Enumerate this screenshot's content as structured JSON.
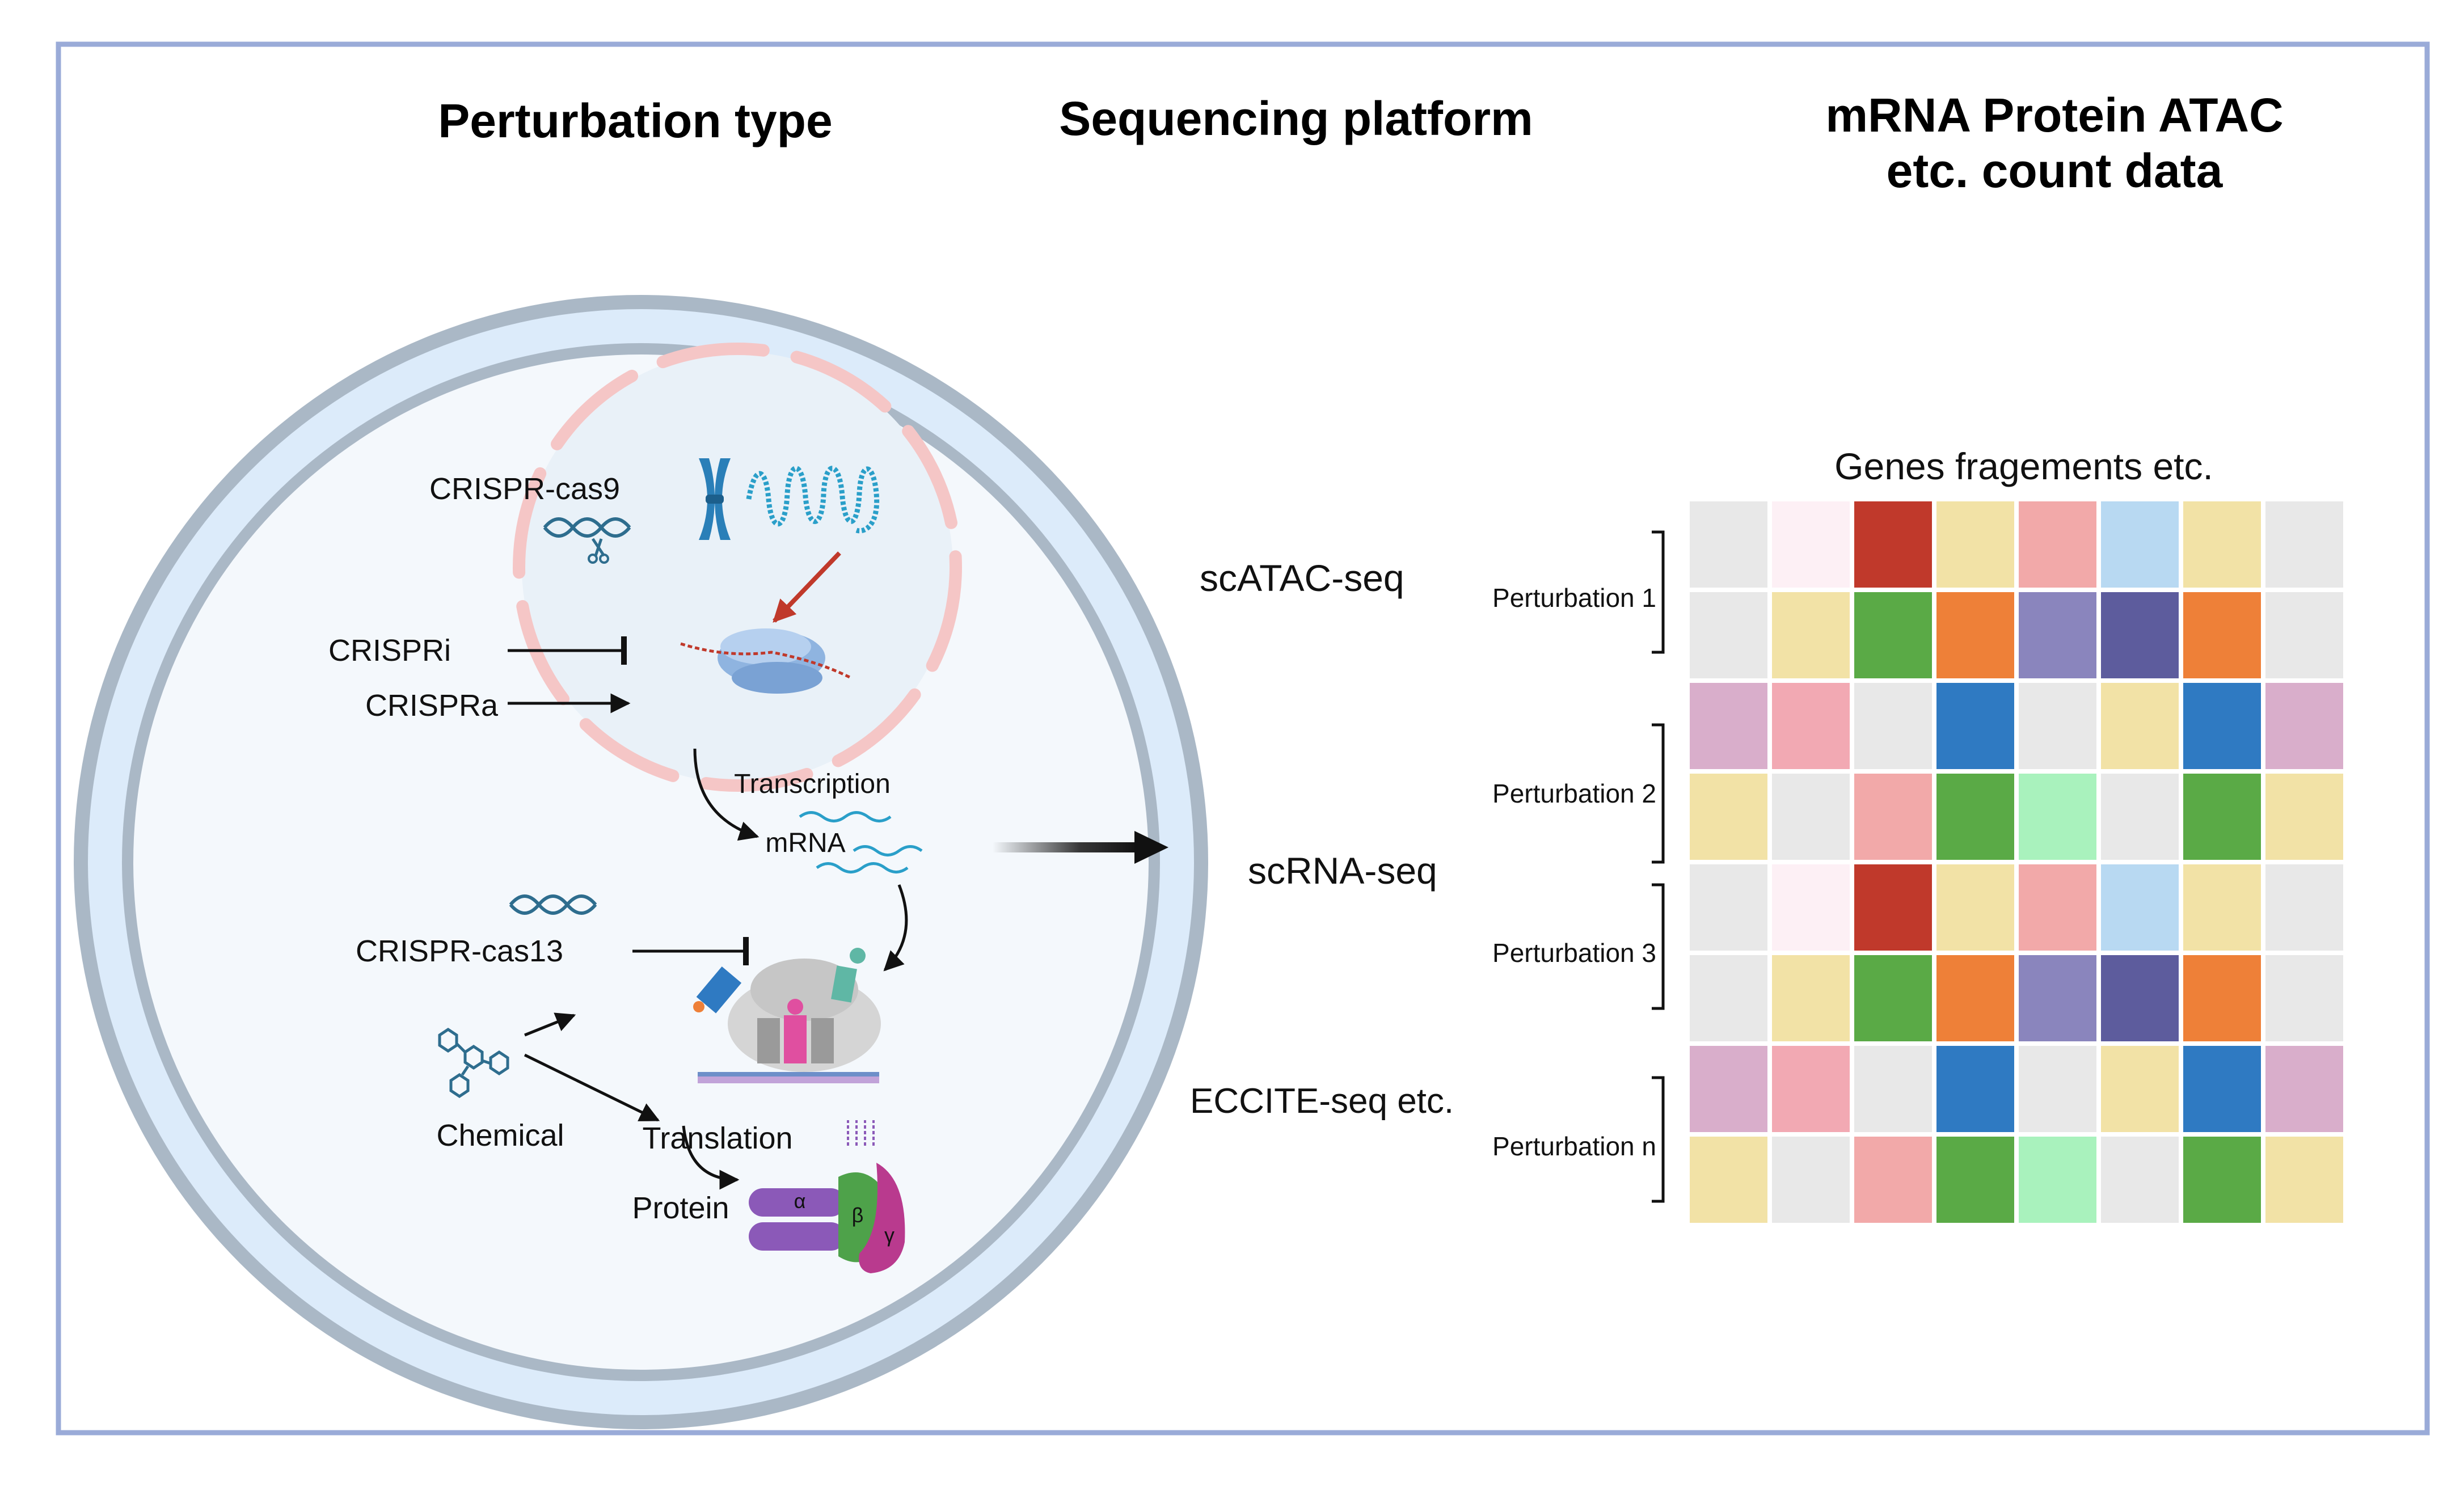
{
  "headers": {
    "perturbation_type": "Perturbation type",
    "sequencing_platform": "Sequencing platform",
    "count_data_line1": "mRNA  Protein  ATAC",
    "count_data_line2": "etc. count data"
  },
  "cell": {
    "crispr_cas9": "CRISPR-cas9",
    "crispri": "CRISPRi",
    "crispra": "CRISPRa",
    "transcription": "Transcription",
    "mrna": "mRNA",
    "crispr_cas13": "CRISPR-cas13",
    "chemical": "Chemical",
    "translation": "Translation",
    "protein": "Protein",
    "alpha": "α",
    "beta": "β",
    "gamma": "γ"
  },
  "platforms": [
    "scATAC-seq",
    "scRNA-seq",
    "ECCITE-seq etc."
  ],
  "matrix": {
    "column_header": "Genes  fragements etc.",
    "groups": [
      "Perturbation 1",
      "Perturbation 2",
      "Perturbation 3",
      "Perturbation n"
    ],
    "rows": [
      [
        "#e8e8e8",
        "#fdf0f5",
        "#c0392b",
        "#f2e2a6",
        "#f2a9a9",
        "#b8d9f2",
        "#f2e2a6",
        "#e8e8e8"
      ],
      [
        "#e8e8e8",
        "#f2e2a6",
        "#5aaa46",
        "#ee8038",
        "#8a85bd",
        "#5d5c9d",
        "#ee8038",
        "#e8e8e8"
      ],
      [
        "#d9aecb",
        "#f2a9b3",
        "#e8e8e8",
        "#2f7ac2",
        "#e8e8e8",
        "#f2e2a6",
        "#2f7ac2",
        "#d9aecb"
      ],
      [
        "#f2e2a6",
        "#e8e8e8",
        "#f2a9a9",
        "#5aaa46",
        "#a9f2bd",
        "#e8e8e8",
        "#5aaa46",
        "#f2e2a6"
      ],
      [
        "#e8e8e8",
        "#fdf0f5",
        "#c0392b",
        "#f2e2a6",
        "#f2a9a9",
        "#b8d9f2",
        "#f2e2a6",
        "#e8e8e8"
      ],
      [
        "#e8e8e8",
        "#f2e2a6",
        "#5aaa46",
        "#ee8038",
        "#8a85bd",
        "#5d5c9d",
        "#ee8038",
        "#e8e8e8"
      ],
      [
        "#d9aecb",
        "#f2a9b3",
        "#e8e8e8",
        "#2f7ac2",
        "#e8e8e8",
        "#f2e2a6",
        "#2f7ac2",
        "#d9aecb"
      ],
      [
        "#f2e2a6",
        "#e8e8e8",
        "#f2a9a9",
        "#5aaa46",
        "#a9f2bd",
        "#e8e8e8",
        "#5aaa46",
        "#f2e2a6"
      ]
    ]
  },
  "colors": {
    "frame": "#9aabd8",
    "membrane": "#aab8c6",
    "cytoplasm": "#f4f8fc",
    "inner_ring": "#dcebfa",
    "nuclear_envelope": "#f5c6c6",
    "dna": "#2a9fc9",
    "arrow_red": "#c0392b"
  }
}
